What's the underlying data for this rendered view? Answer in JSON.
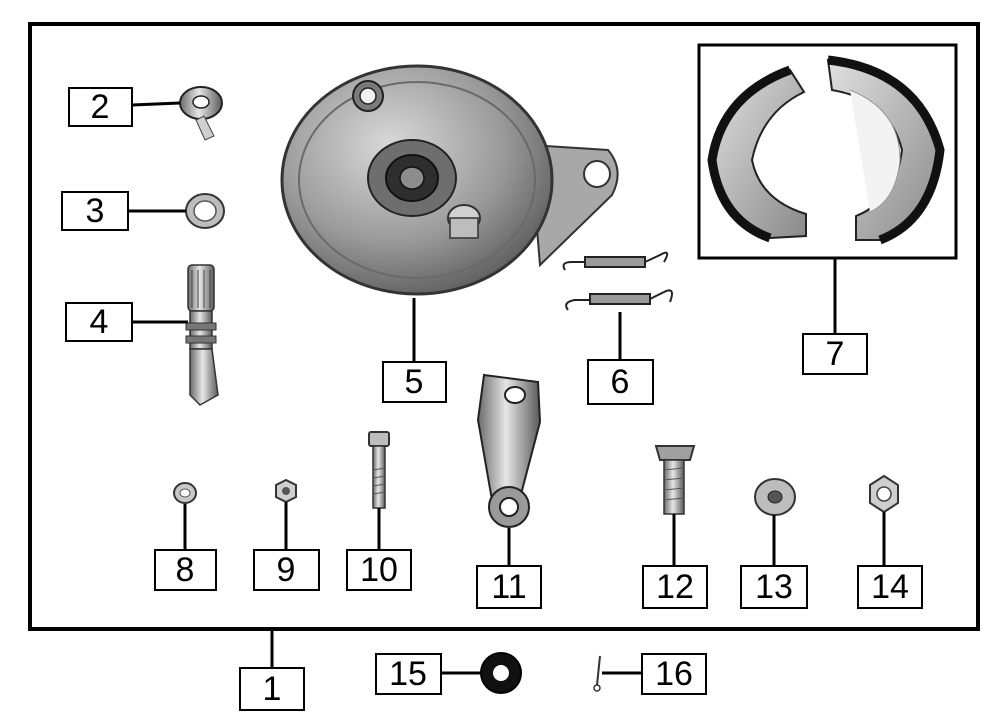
{
  "callouts": [
    {
      "id": "c1",
      "text": "1"
    },
    {
      "id": "c2",
      "text": "2"
    },
    {
      "id": "c3",
      "text": "3"
    },
    {
      "id": "c4",
      "text": "4"
    },
    {
      "id": "c5",
      "text": "5"
    },
    {
      "id": "c6",
      "text": "6"
    },
    {
      "id": "c7",
      "text": "7"
    },
    {
      "id": "c8",
      "text": "8"
    },
    {
      "id": "c9",
      "text": "9"
    },
    {
      "id": "c10",
      "text": "10"
    },
    {
      "id": "c11",
      "text": "11"
    },
    {
      "id": "c12",
      "text": "12"
    },
    {
      "id": "c13",
      "text": "13"
    },
    {
      "id": "c14",
      "text": "14"
    },
    {
      "id": "c15",
      "text": "15"
    },
    {
      "id": "c16",
      "text": "16"
    }
  ],
  "parts": {
    "p2": "tab-washer-icon",
    "p3": "ring-washer-icon",
    "p4": "cam-shaft-icon",
    "p5": "brake-panel-icon",
    "p6": "return-springs-icon",
    "p7": "brake-shoes-icon",
    "p8": "small-washer-icon",
    "p9": "small-nut-icon",
    "p10": "bolt-icon",
    "p11": "brake-arm-icon",
    "p12": "stud-bolt-icon",
    "p13": "flat-washer-icon",
    "p14": "hex-nut-icon",
    "p15": "oil-seal-icon",
    "p16": "cotter-pin-icon"
  }
}
